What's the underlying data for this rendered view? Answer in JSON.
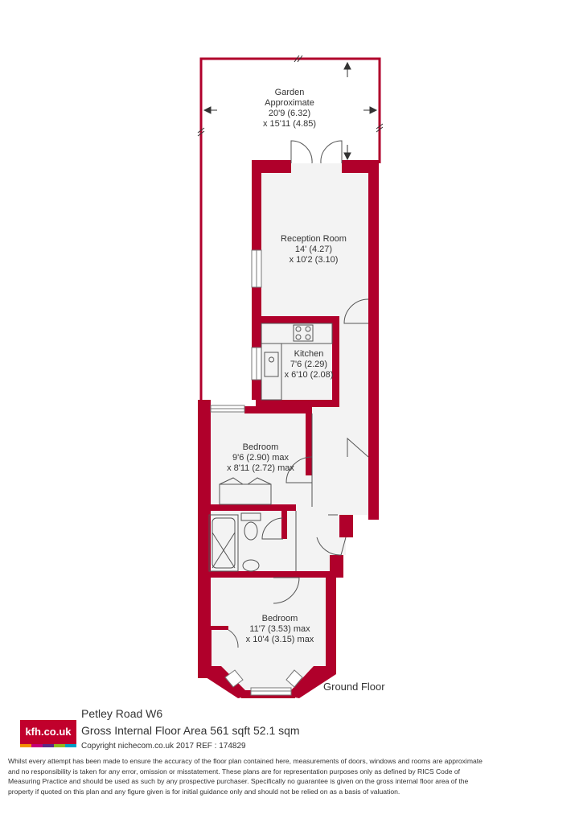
{
  "colors": {
    "wall": "#b0002b",
    "floor": "#f3f3f3",
    "line": "#555555",
    "logo_bg": "#c1002c",
    "logo_stripes": [
      "#f39200",
      "#c4007a",
      "#5b2a86",
      "#8fb91f",
      "#00a0c6"
    ]
  },
  "rooms": {
    "garden": {
      "name": "Garden",
      "line2": "Approximate",
      "dim1": "20'9 (6.32)",
      "dim2": "x 15'11 (4.85)"
    },
    "reception": {
      "name": "Reception Room",
      "dim1": "14' (4.27)",
      "dim2": "x 10'2 (3.10)"
    },
    "kitchen": {
      "name": "Kitchen",
      "dim1": "7'6 (2.29)",
      "dim2": "x 6'10 (2.08)"
    },
    "bedroom1": {
      "name": "Bedroom",
      "dim1": "9'6 (2.90) max",
      "dim2": "x 8'11 (2.72) max"
    },
    "bedroom2": {
      "name": "Bedroom",
      "dim1": "11'7 (3.53) max",
      "dim2": "x 10'4 (3.15) max"
    }
  },
  "floor_label": "Ground Floor",
  "property": {
    "address": "Petley Road  W6",
    "area": "Gross Internal Floor Area 561 sqft 52.1 sqm",
    "copyright": "Copyright nichecom.co.uk 2017 REF : 174829"
  },
  "logo": {
    "text": "kfh.co.uk"
  },
  "disclaimer": "Whilst every attempt has been made to ensure the accuracy of the floor plan contained here, measurements of doors, windows and rooms are approximate and no responsibility is taken for any error, omission or misstatement. These plans are for representation purposes only as defined by RICS Code of Measuring Practice and should be used as such by any prospective purchaser. Specifically no guarantee is given on the gross internal floor area of the property if quoted on this plan and any figure given is for initial guidance only and should not be relied on as a basis of valuation."
}
